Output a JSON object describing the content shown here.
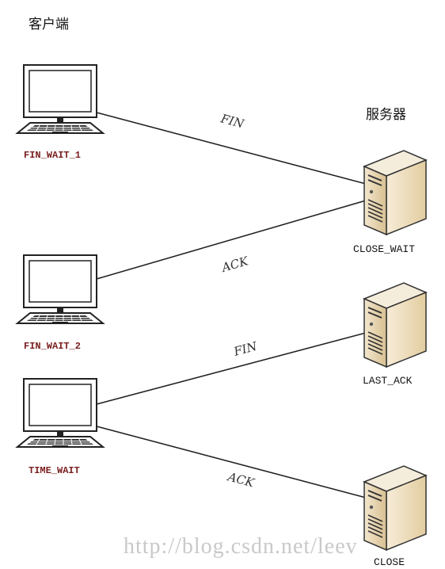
{
  "headings": {
    "client": "客户端",
    "server": "服务器"
  },
  "client_states": {
    "fin_wait_1": "FIN_WAIT_1",
    "fin_wait_2": "FIN_WAIT_2",
    "time_wait": "TIME_WAIT"
  },
  "server_states": {
    "close_wait": "CLOSE_WAIT",
    "last_ack": "LAST_ACK",
    "close": "CLOSE"
  },
  "messages": {
    "fin_1": "FIN",
    "ack_1": "ACK",
    "fin_2": "FIN",
    "ack_2": "ACK"
  },
  "watermark": "http://blog.csdn.net/leev",
  "colors": {
    "client_state_text": "#7a1f1f",
    "line": "#222222",
    "server_body": "#e6d3ad",
    "watermark": "#c9c9c9"
  }
}
